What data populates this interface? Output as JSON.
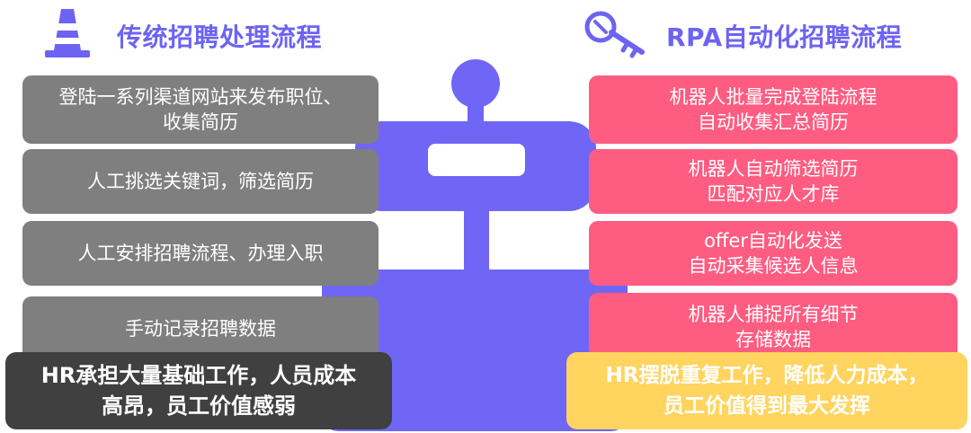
{
  "left": {
    "title": "传统招聘处理流程",
    "icon": "traffic-cone-icon",
    "steps": [
      {
        "line1": "登陆一系列渠道网站来发布职位、",
        "line2": "收集简历"
      },
      {
        "line1": "人工挑选关键词，筛选简历",
        "line2": ""
      },
      {
        "line1": "人工安排招聘流程、办理入职",
        "line2": ""
      },
      {
        "line1": "手动记录招聘数据",
        "line2": ""
      }
    ],
    "summary": {
      "line1": "HR承担大量基础工作，人员成本",
      "line2": "高昂，员工价值感弱"
    }
  },
  "right": {
    "title": "RPA自动化招聘流程",
    "icon": "key-icon",
    "steps": [
      {
        "line1": "机器人批量完成登陆流程",
        "line2": "自动收集汇总简历"
      },
      {
        "line1": "机器人自动筛选简历",
        "line2": "匹配对应人才库"
      },
      {
        "line1": "offer自动化发送",
        "line2": "自动采集候选人信息"
      },
      {
        "line1": "机器人捕捉所有细节",
        "line2": "存储数据"
      }
    ],
    "summary": {
      "line1": "HR摆脱重复工作，降低人力成本，",
      "line2": "员工价值得到最大发挥"
    }
  },
  "colors": {
    "title": "#6d63f2",
    "gray_box": "#7f7f7f",
    "pink_box": "#ff5c82",
    "dark_box": "#404040",
    "yellow_box": "#ffd45f",
    "robot": "#6f66f5"
  },
  "robot_icon": "robot-illustration"
}
